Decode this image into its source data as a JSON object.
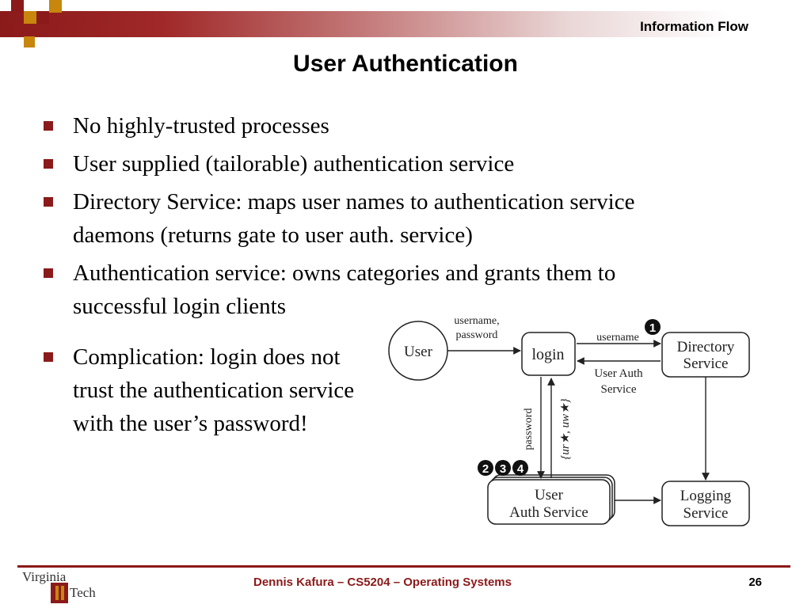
{
  "header": {
    "section_title": "Information Flow",
    "slide_title": "User Authentication"
  },
  "bullets": [
    "No highly-trusted processes",
    "User supplied (tailorable) authentication service",
    "Directory Service: maps user names to authentication service daemons (returns gate to user auth. service)",
    "Authentication service: owns categories and grants them to successful login clients",
    "Complication: login does not trust the authentication service with the user’s password!"
  ],
  "diagram": {
    "nodes": {
      "user": "User",
      "login": "login",
      "directory_line1": "Directory",
      "directory_line2": "Service",
      "auth_line1": "User",
      "auth_line2": "Auth Service",
      "logging_line1": "Logging",
      "logging_line2": "Service"
    },
    "edges": {
      "user_login_line1": "username,",
      "user_login_line2": "password",
      "login_dir": "username",
      "dir_login_line1": "User Auth",
      "dir_login_line2": "Service",
      "login_auth": "password",
      "auth_login": "{ur★, uw★}"
    },
    "step_badges": [
      "1",
      "2",
      "3",
      "4"
    ]
  },
  "footer": {
    "text": "Dennis Kafura – CS5204 – Operating Systems",
    "page_number": "26",
    "logo_line1": "Virginia",
    "logo_line2": "Tech"
  },
  "colors": {
    "accent": "#8b1a1a",
    "gold": "#c8860d"
  }
}
